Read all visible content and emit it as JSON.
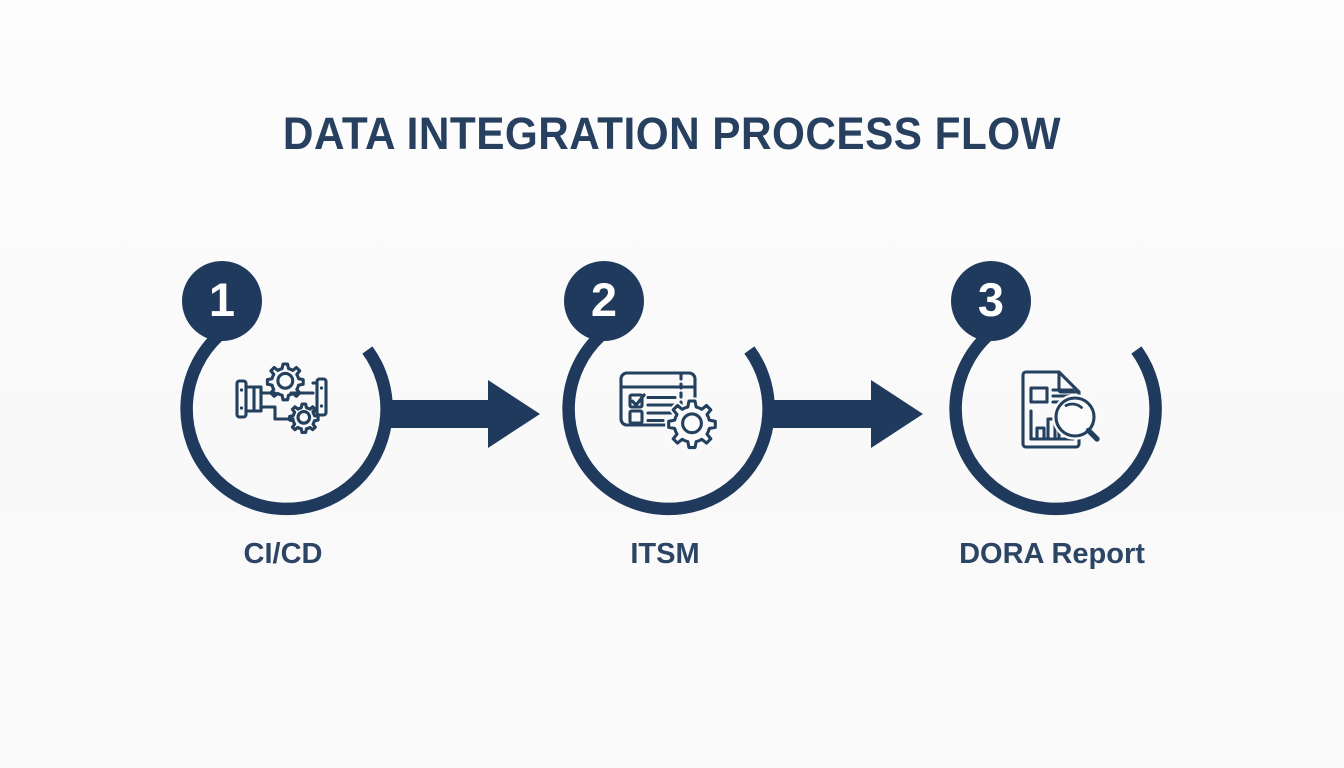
{
  "title": "DATA INTEGRATION PROCESS FLOW",
  "colors": {
    "navy": "#1f3a5c",
    "navy_text": "#27405f",
    "label_text": "#2c4564",
    "icon_stroke": "#24405f",
    "badge_text": "#ffffff",
    "background": "#fafafa"
  },
  "flow": {
    "steps": [
      {
        "number": "1",
        "label": "CI/CD",
        "icon": "pipeline-gears-icon"
      },
      {
        "number": "2",
        "label": "ITSM",
        "icon": "ticket-checklist-gear-icon"
      },
      {
        "number": "3",
        "label": "DORA Report",
        "icon": "report-chart-magnifier-icon"
      }
    ],
    "connectors": [
      {
        "name": "arrow-step-1-to-2",
        "direction": "right"
      },
      {
        "name": "arrow-step-2-to-3",
        "direction": "right"
      }
    ]
  }
}
